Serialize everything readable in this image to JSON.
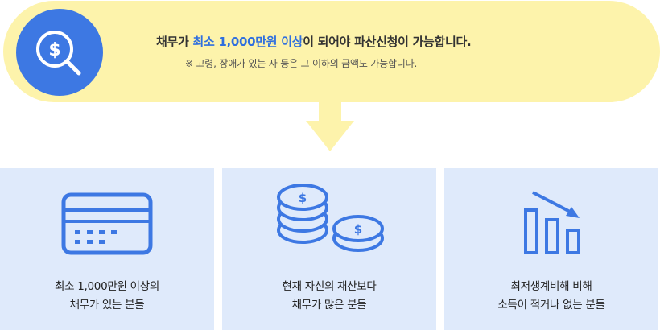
{
  "banner": {
    "line1_prefix": "채무가 ",
    "line1_highlight": "최소 1,000만원 이상",
    "line1_suffix": "이 되어야 파산신청이 가능합니다.",
    "line2": "※ 고령, 장애가 있는 자 등은 그 이하의 금액도 가능합니다.",
    "icon": "search-dollar-icon"
  },
  "colors": {
    "banner_bg": "#fdf3ab",
    "accent_blue": "#3d78e3",
    "highlight_text": "#2f6fde",
    "card_bg": "#dfeafb",
    "arrow": "#fdf3ab"
  },
  "cards": [
    {
      "icon": "credit-card-icon",
      "line1": "최소 1,000만원 이상의",
      "line2": "채무가 있는 분들"
    },
    {
      "icon": "coins-icon",
      "line1": "현재 자신의 재산보다",
      "line2": "채무가 많은 분들"
    },
    {
      "icon": "decreasing-bar-chart-icon",
      "line1": "최저생계비해 비해",
      "line2": "소득이 적거나 없는 분들"
    }
  ]
}
